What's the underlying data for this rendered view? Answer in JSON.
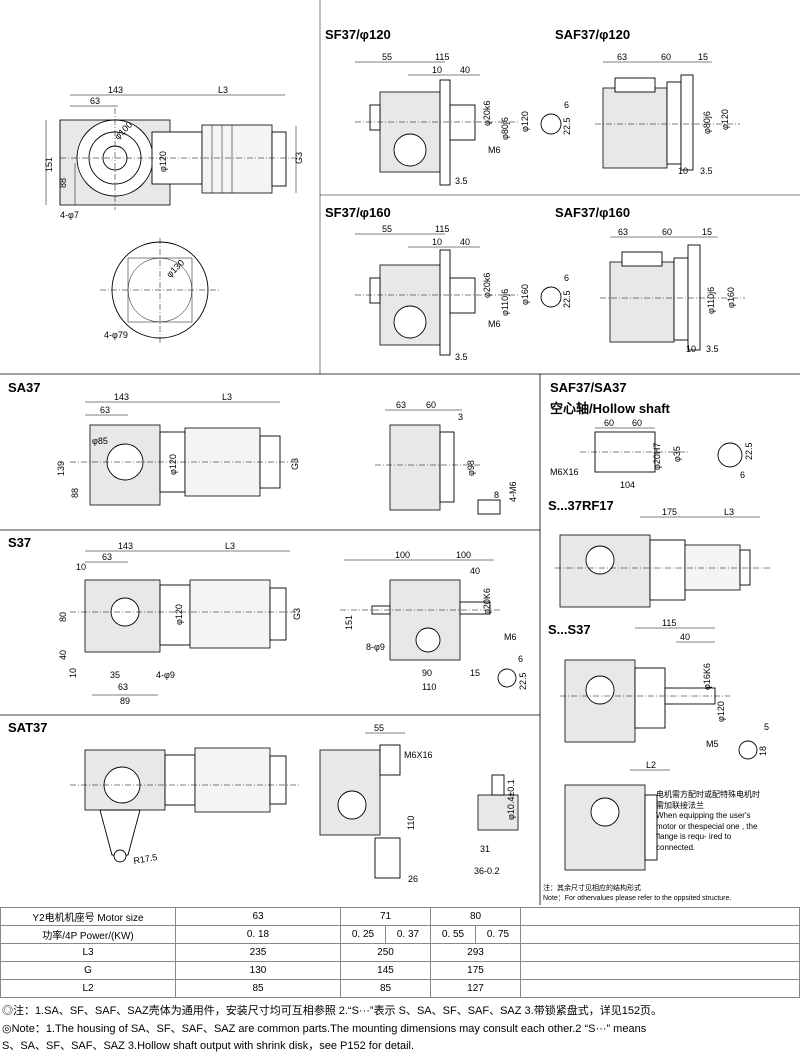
{
  "titles": {
    "sf120": "SF37/φ120",
    "saf120": "SAF37/φ120",
    "sf160": "SF37/φ160",
    "saf160": "SAF37/φ160",
    "sa37": "SA37",
    "saf_sa37": "SAF37/SA37",
    "hollow": "空心轴/Hollow shaft",
    "s37": "S37",
    "s37rf17": "S...37RF17",
    "s_s37": "S...S37",
    "sat37": "SAT37"
  },
  "dims": {
    "d143": "143",
    "d63": "63",
    "L3": "L3",
    "d151": "151",
    "d88": "88",
    "d4phi7": "4-φ7",
    "dphi100": "φ100",
    "dphi120": "φ120",
    "G3": "G3",
    "dphi130": "φ130",
    "d4phi79": "4-φ79",
    "d55": "55",
    "d115": "115",
    "d10": "10",
    "d40": "40",
    "dphi20k6": "φ20k6",
    "dphi80j6": "φ80j6",
    "M6": "M6",
    "d35": "3.5",
    "d6": "6",
    "d225": "22.5",
    "d60": "60",
    "d15": "15",
    "dphi110j6": "φ110j6",
    "dphi160": "φ160",
    "d3": "3",
    "d139": "139",
    "dphi85": "φ85",
    "dphi98": "φ98",
    "d8": "8",
    "d4M6": "4-M6",
    "M6X16": "M6X16",
    "dphi20H7": "φ20H7",
    "dphi35": "φ35",
    "d104": "104",
    "d175": "175",
    "d100": "100",
    "dphi20K6": "φ20K6",
    "d80": "80",
    "d8phi9": "8-φ9",
    "d90": "90",
    "d110": "110",
    "d35b": "35",
    "d89": "89",
    "d4phi9": "4-φ9",
    "dphi16K6": "φ16K6",
    "M5": "M5",
    "d5": "5",
    "d18": "18",
    "L2": "L2",
    "dR175": "R17.5",
    "d104b": "φ10.4±0.1",
    "d31": "31",
    "d36": "36-0.2",
    "d26": "26"
  },
  "motor_note": {
    "cn": "电机需方配时或配特殊电机时需加联接法兰",
    "en": "When equipping the user's motor or thespecial one , the flange is requ- ired to connected."
  },
  "struct_note": {
    "cn": "注：其余尺寸见相应的结构形式",
    "en": "Note：For othervalues please refer to the oppsited structure."
  },
  "table": {
    "rows": [
      {
        "label": "Y2电机机座号  Motor size",
        "cells": [
          "63",
          "71",
          "80"
        ]
      },
      {
        "label": "功率/4P Power/(KW)",
        "cells": [
          "0. 18",
          "0. 25",
          "0. 37",
          "0. 55",
          "0. 75"
        ]
      },
      {
        "label": "L3",
        "cells": [
          "235",
          "250",
          "293"
        ]
      },
      {
        "label": "G",
        "cells": [
          "130",
          "145",
          "175"
        ]
      },
      {
        "label": "L2",
        "cells": [
          "85",
          "85",
          "127"
        ]
      }
    ]
  },
  "notes": {
    "cn": "◎注：1.SA、SF、SAF、SAZ壳体为通用件，安装尺寸均可互相参照 2.“S···”表示 S、SA、SF、SAF、SAZ 3.带锁紧盘式，详见152页。",
    "en1": "◎Note：1.The housing of SA、SF、SAF、SAZ are  common parts.The mounting dimensions may consult each other.2 “S···” means",
    "en2": "S、SA、SF、SAF、SAZ 3.Hollow shaft output with shrink disk，see P152 for detail."
  }
}
